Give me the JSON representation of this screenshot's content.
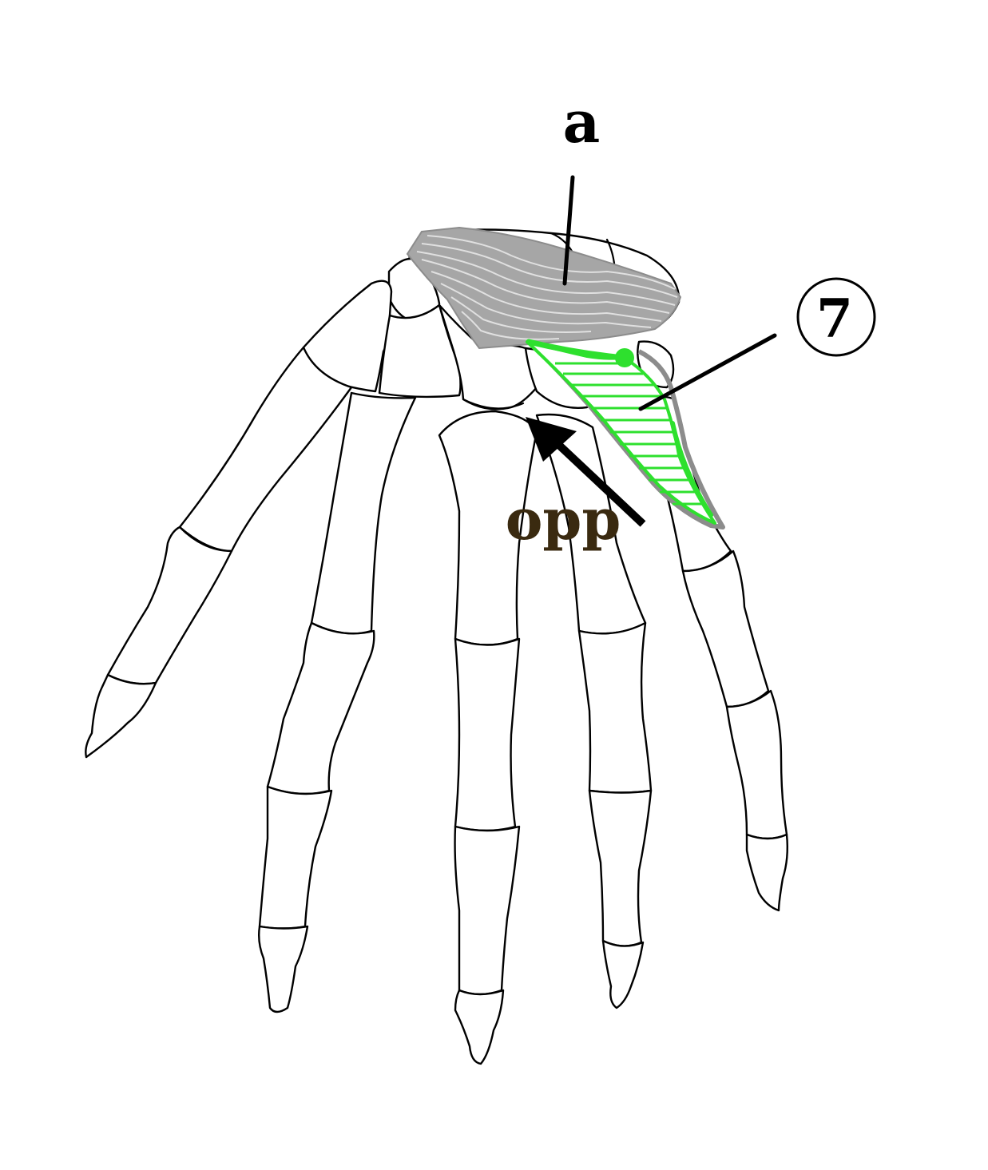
{
  "labels": {
    "a": "a",
    "seven": "7",
    "opp": "opp"
  },
  "colors": {
    "bone_outline": "#000000",
    "background": "#ffffff",
    "ligament_fill": "#a6a6a6",
    "ligament_lines": "#e0e0e0",
    "muscle_green": "#2ee02e",
    "muscle_outline_gray": "#8c8c8c",
    "opp_label": "#3a2a10"
  }
}
